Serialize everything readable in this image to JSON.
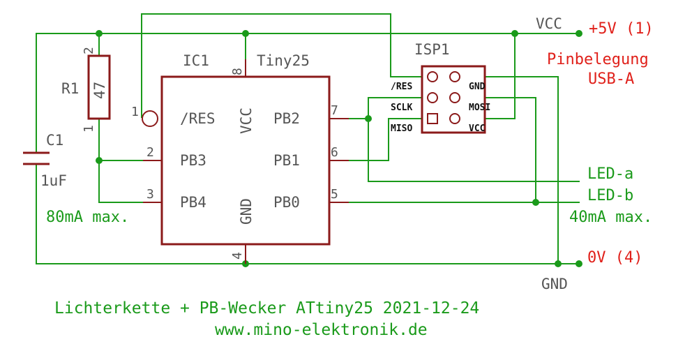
{
  "nets": {
    "vcc": "VCC",
    "gnd": "GND",
    "plus5v": "+5V (1)",
    "zero_v": "0V (4)",
    "pinbelegung": "Pinbelegung",
    "usb_a": "USB-A",
    "led_a": "LED-a",
    "led_b": "LED-b",
    "current_80": "80mA max.",
    "current_40": "40mA max."
  },
  "ic1": {
    "name": "IC1",
    "value": "Tiny25",
    "pins": {
      "p1_num": "1",
      "p1_label": "/RES",
      "p2_num": "2",
      "p2_label": "PB3",
      "p3_num": "3",
      "p3_label": "PB4",
      "p4_num": "4",
      "p4_label": "GND",
      "p5_num": "5",
      "p5_label": "PB0",
      "p6_num": "6",
      "p6_label": "PB1",
      "p7_num": "7",
      "p7_label": "PB2",
      "p8_num": "8",
      "p8_label": "VCC"
    }
  },
  "r1": {
    "name": "R1",
    "value": "47",
    "pin_top": "2",
    "pin_bottom": "1"
  },
  "c1": {
    "name": "C1",
    "value": "1uF"
  },
  "isp1": {
    "name": "ISP1",
    "left_labels": [
      "/RES",
      "SCLK",
      "MISO"
    ],
    "right_labels": [
      "GND",
      "MOSI",
      "VCC"
    ]
  },
  "footer": {
    "title": "Lichterkette + PB-Wecker ATtiny25 2021-12-24",
    "url": "www.mino-elektronik.de"
  },
  "colors": {
    "wire": "#1a9a1a",
    "part": "#8b1a1a",
    "label": "#555555",
    "power": "#e0201a"
  }
}
